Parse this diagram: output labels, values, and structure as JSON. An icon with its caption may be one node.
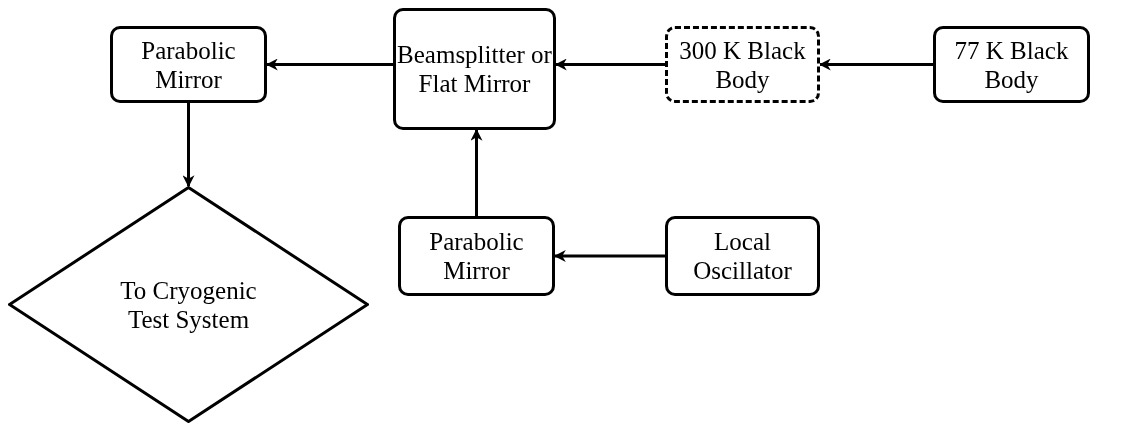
{
  "diagram": {
    "nodes": [
      {
        "text": [
          "Parabolic Mirror"
        ]
      },
      {
        "text": [
          "Beamsplitter or Flat Mirror"
        ]
      },
      {
        "text": [
          "300 K Black Body"
        ]
      },
      {
        "text": [
          "77 K Black Body"
        ]
      },
      {
        "text": [
          "Parabolic Mirror"
        ]
      },
      {
        "text": [
          "Local Oscillator"
        ]
      },
      {
        "text": [
          "To Cryogenic Test System"
        ]
      }
    ],
    "edges": [
      {
        "from": 3,
        "to": 2,
        "arrow": "to"
      },
      {
        "from": 2,
        "to": 1,
        "arrow": "to"
      },
      {
        "from": 1,
        "to": 0,
        "arrow": "to"
      },
      {
        "from": 0,
        "to": 6,
        "arrow": "to"
      },
      {
        "from": 4,
        "to": 1,
        "arrow": "to"
      },
      {
        "from": 5,
        "to": 4,
        "arrow": "to"
      }
    ]
  }
}
